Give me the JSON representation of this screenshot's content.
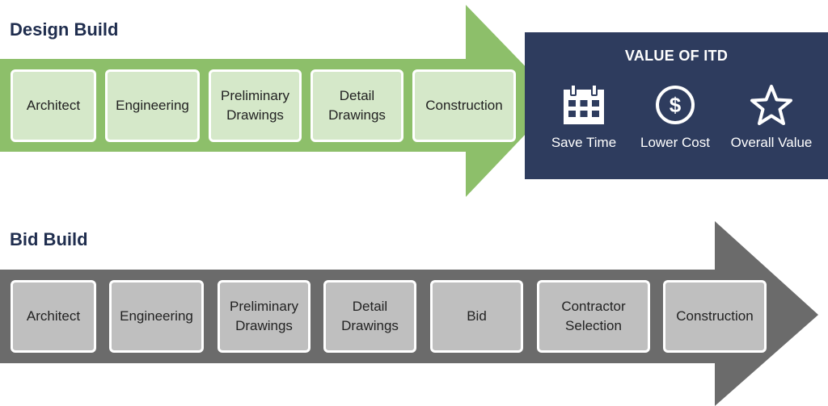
{
  "design_build": {
    "title": "Design Build",
    "steps": [
      "Architect",
      "Engineering",
      "Preliminary\nDrawings",
      "Detail\nDrawings",
      "Construction"
    ],
    "arrow_color": "#8dbf6a",
    "box_color": "#d5e8c9"
  },
  "bid_build": {
    "title": "Bid Build",
    "steps": [
      "Architect",
      "Engineering",
      "Preliminary\nDrawings",
      "Detail\nDrawings",
      "Bid",
      "Contractor\nSelection",
      "Construction"
    ],
    "arrow_color": "#6b6b6b",
    "box_color": "#bfbfbf"
  },
  "value_panel": {
    "title": "VALUE OF ITD",
    "background": "#2e3c5e",
    "items": [
      {
        "label": "Save Time",
        "icon": "calendar-icon"
      },
      {
        "label": "Lower Cost",
        "icon": "dollar-coin-icon"
      },
      {
        "label": "Overall Value",
        "icon": "star-icon"
      }
    ]
  }
}
